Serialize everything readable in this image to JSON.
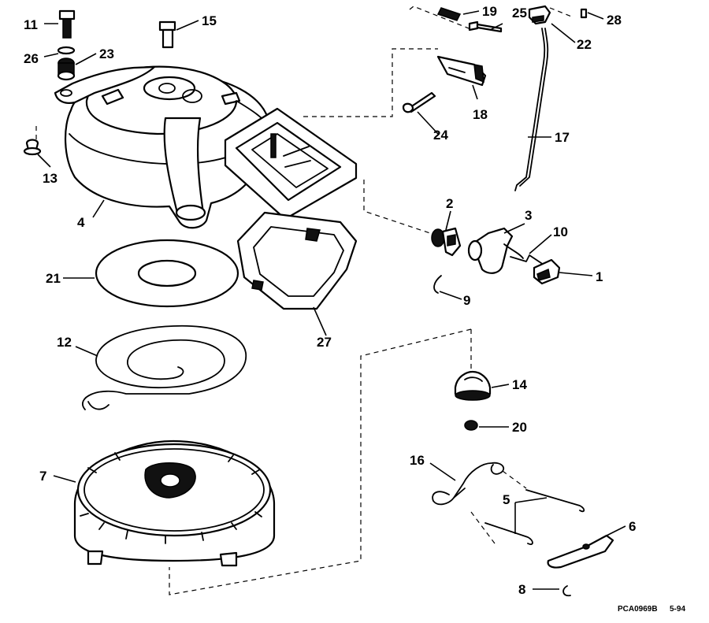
{
  "figure": {
    "code": "PCA0969B",
    "date": "5-94"
  },
  "callouts": {
    "p1": "1",
    "p2": "2",
    "p3": "3",
    "p4": "4",
    "p5": "5",
    "p6": "6",
    "p7": "7",
    "p8": "8",
    "p9": "9",
    "p10": "10",
    "p11": "11",
    "p12": "12",
    "p13": "13",
    "p14": "14",
    "p15": "15",
    "p16": "16",
    "p17": "17",
    "p18": "18",
    "p19": "19",
    "p20": "20",
    "p21": "21",
    "p22": "22",
    "p23": "23",
    "p24": "24",
    "p25": "25",
    "p26": "26",
    "p27": "27",
    "p28": "28"
  }
}
